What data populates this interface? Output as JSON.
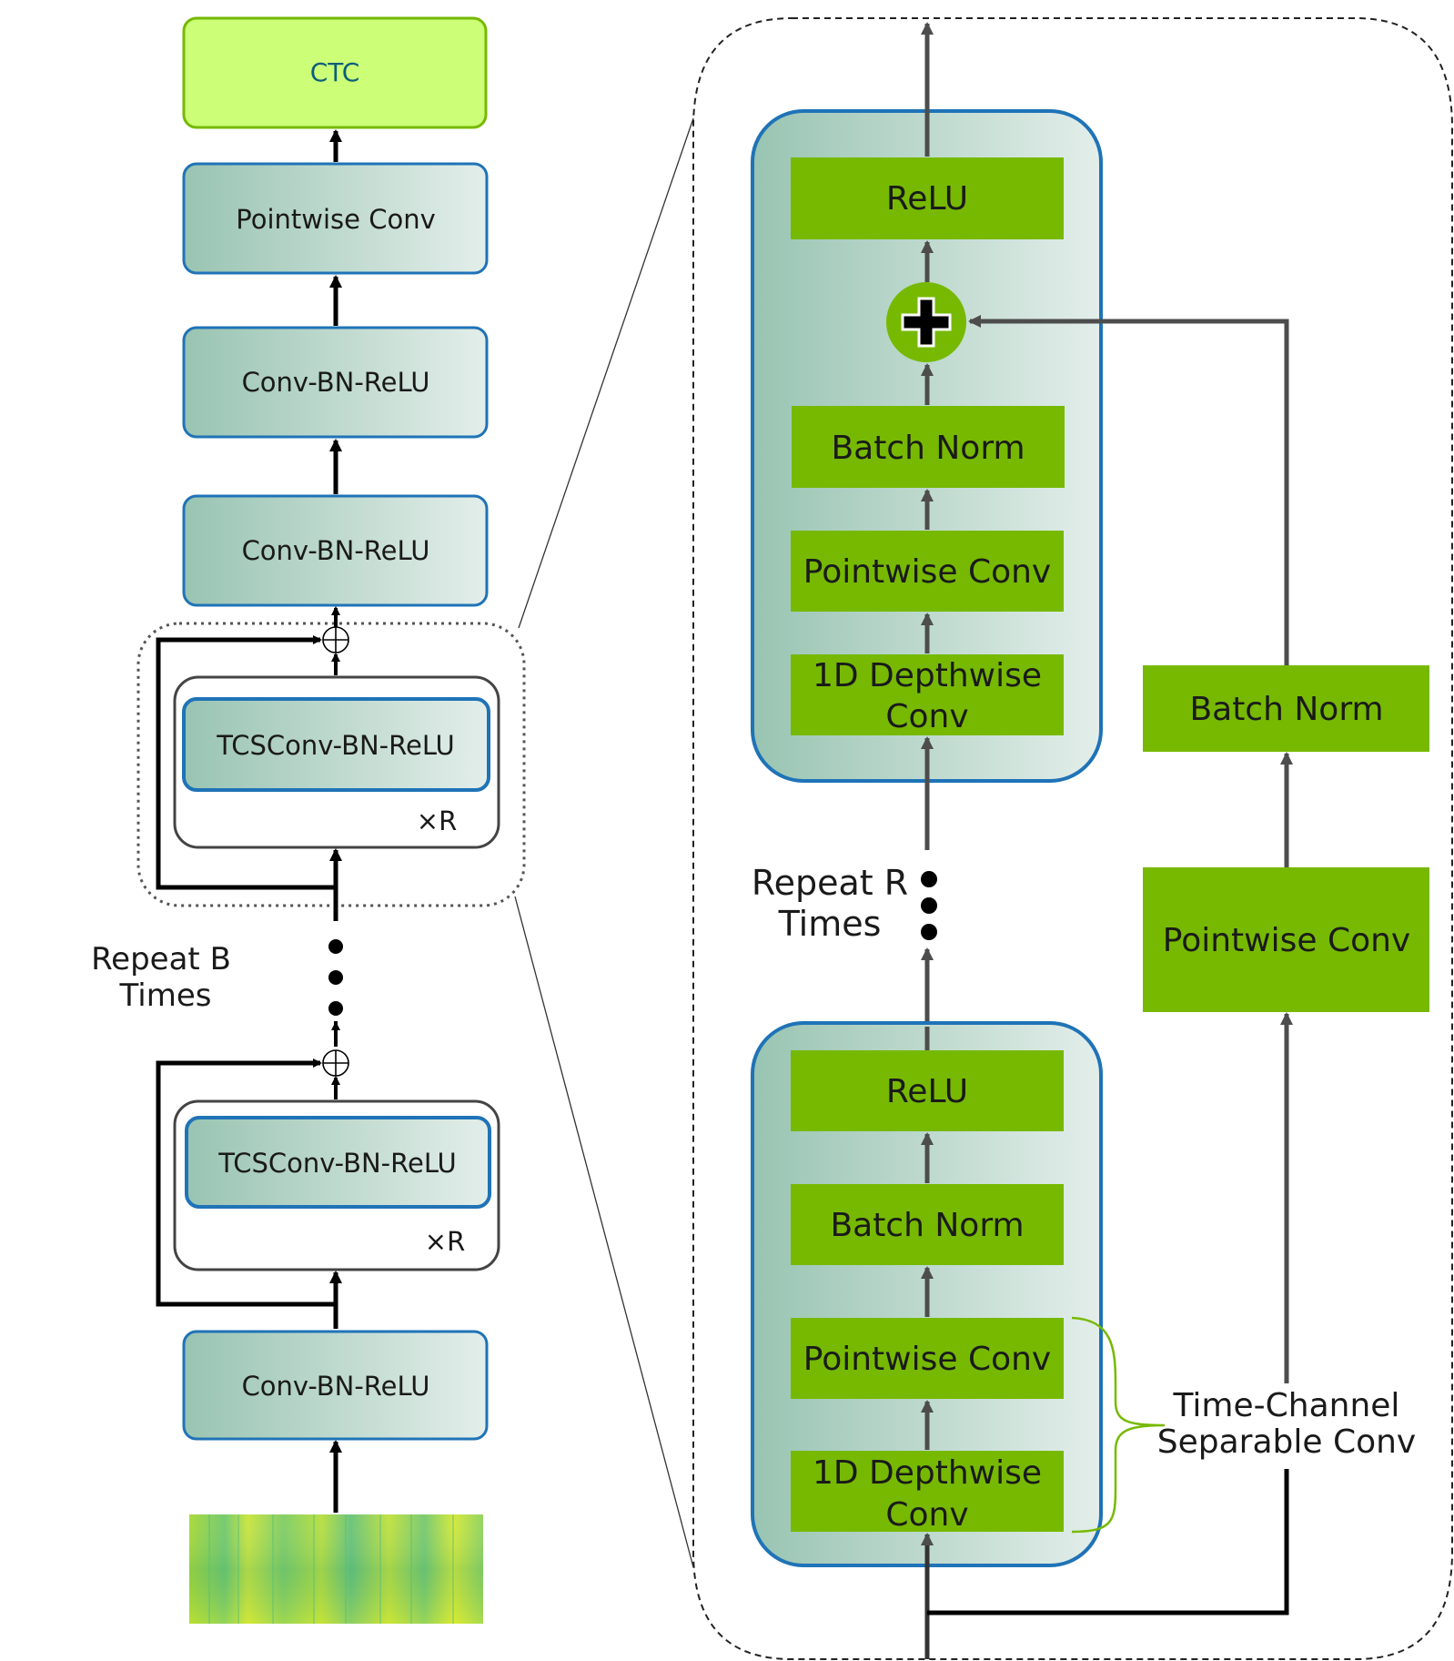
{
  "left": {
    "ctc": "CTC",
    "pointwise": "Pointwise Conv",
    "conv_top2": "Conv-BN-ReLU",
    "conv_top1": "Conv-BN-ReLU",
    "tcs_top": "TCSConv-BN-ReLU",
    "xr_top": "×R",
    "tcs_bottom": "TCSConv-BN-ReLU",
    "xr_bottom": "×R",
    "conv_bottom": "Conv-BN-ReLU",
    "repeat_b_line1": "Repeat B",
    "repeat_b_line2": "Times"
  },
  "right": {
    "top_relu": "ReLU",
    "top_bn": "Batch Norm",
    "top_pw": "Pointwise Conv",
    "top_dw_line1": "1D Depthwise",
    "top_dw_line2": "Conv",
    "repeat_r_line1": "Repeat R",
    "repeat_r_line2": "Times",
    "bot_relu": "ReLU",
    "bot_bn": "Batch Norm",
    "bot_pw": "Pointwise Conv",
    "bot_dw_line1": "1D Depthwise",
    "bot_dw_line2": "Conv",
    "res_bn": "Batch Norm",
    "res_pw": "Pointwise Conv",
    "tcs_line1": "Time-Channel",
    "tcs_line2": "Separable Conv"
  },
  "colors": {
    "green": "#76b900",
    "ctc_fill": "#ccff77",
    "blue_border": "#1f73b7",
    "teal_dark": "#9ec8b8",
    "teal_light": "#e0ece8"
  },
  "icons": [
    "plus-circle-icon",
    "spectrogram-icon",
    "arrow-icon",
    "ellipsis-dots-icon"
  ]
}
